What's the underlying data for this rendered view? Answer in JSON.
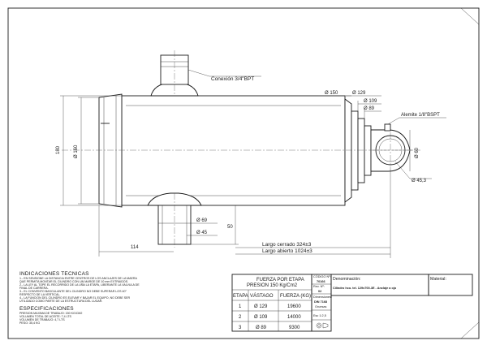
{
  "labels": {
    "conexion": "Conexión 3/4\"BPT",
    "alemite": "Alemite 1/8\"BSPT",
    "d150": "Ø 150",
    "d129": "Ø 129",
    "d109": "Ø 109",
    "d89": "Ø 89",
    "d60": "Ø 60",
    "d45_3": "Ø 45,3",
    "d69": "Ø 69",
    "d45": "Ø 45",
    "d160": "Ø 160",
    "h180": "180",
    "l114": "114",
    "l50": "50",
    "largo_cerrado": "Largo cerrado 324±3",
    "largo_abierto": "Largo abierto 1024±3"
  },
  "notes": {
    "title": "INDICACIONES TECNICAS",
    "lines": [
      "1.- EN SENSIONE LA DISTANCIA ENTRE CENTROS DE LOS ANCLAJES DE LA MAERA",
      "QUE PERMITA MONTAR EL CILINDRO CON UN MARGE DE 10 mm EXTRAIDOS.",
      "2.- LA LEY AL TOPE EL RECORRIDO DE LA UÑA LA ETAPA, LIBERANTE LA VALVULA DE",
      "FINAL DE CARRERA.",
      "3.- EL CONVENTO BASCULANTE DEL CILINDRO NO DEBE SUPERAR LOS 40°",
      "RESPECTO DE LA VERTICAL.",
      "4.- LA FUNCION DEL CILINDRO ES ELEVAR Y BAJAR EL EQUIPO, NO DEBE SER",
      "UTILIZADO COMO PARTE DE LA ESTRUCTURA DEL LUGAR."
    ],
    "spec_title": "ESPECIFICACIONES",
    "spec_lines": [
      "PRESION MAXIMA DE TRABAJO: 150 KG/CM2",
      "VOLUMEN TOTAL DE ACEITE: 7,4 LTS",
      "VOLUMEN DE TRABAJO: 4,7 LTS",
      "PESO: 35,4 KG"
    ]
  },
  "force_table": {
    "title_line1": "FUERZA POR ETAPA",
    "title_line2": "PRESION 150 Kg/Cm2",
    "headers": [
      "ETAPA",
      "VÁSTAGO",
      "FUERZA (KG)"
    ],
    "rows": [
      [
        "1",
        "Ø 129",
        "19600"
      ],
      [
        "2",
        "Ø 109",
        "14000"
      ],
      [
        "3",
        "Ø 89",
        "9300"
      ]
    ]
  },
  "title_block": {
    "code_label": "CÓDIGO Nº:",
    "code_value": "70166",
    "rev_label": "Rev. Nº:",
    "rev_value": "02",
    "dim_label": "Dimensiones:",
    "dim_value": "DIN 7168",
    "class_value": "Gruesas",
    "scale": "Esc 1:2,5",
    "denominacion_label": "Denominación:",
    "denominacion_value": "Cilindro hco. tel. 129x700-3E - Anclaje a ojo",
    "material_label": "Material:"
  },
  "colors": {
    "line": "#1a1a1a",
    "shade": "#cfcfcf",
    "background": "#ffffff"
  }
}
